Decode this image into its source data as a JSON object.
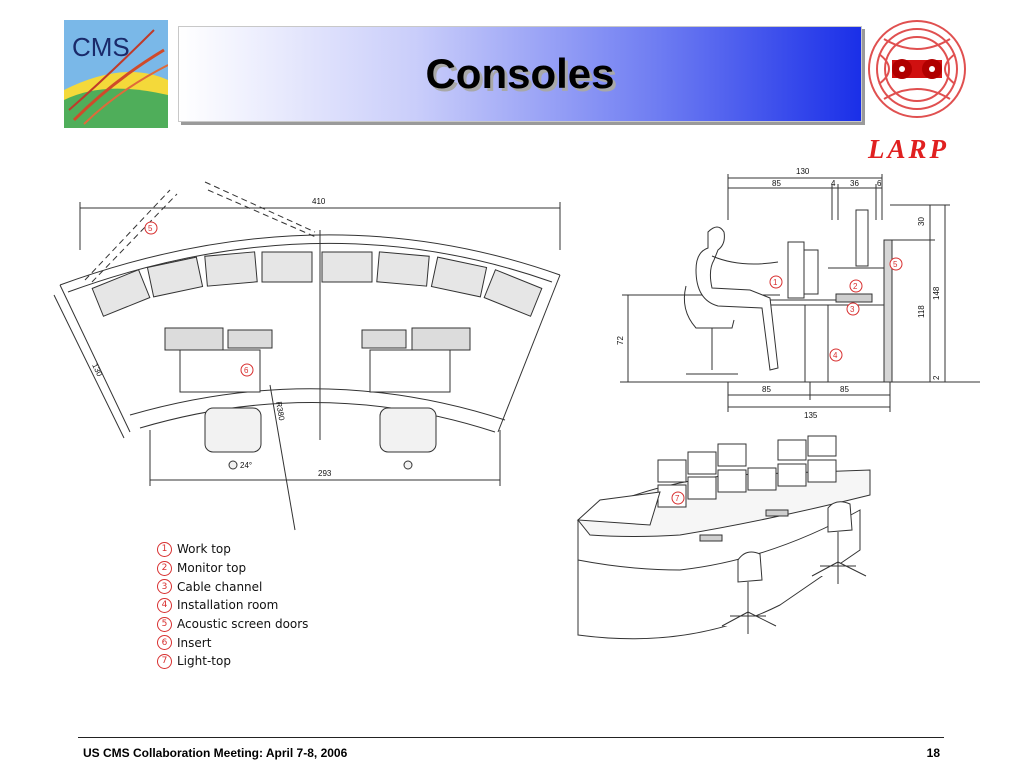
{
  "header": {
    "title": "Consoles",
    "cms_logo_text": "CMS",
    "larp_logo_text": "LARP"
  },
  "plan_view": {
    "dim_width": "410",
    "dim_side": "130",
    "dim_radius": "R380",
    "dim_angle": "24°",
    "dim_chord": "293",
    "callouts": [
      "5",
      "6"
    ]
  },
  "side_view": {
    "dim_total": "130",
    "dim_a": "85",
    "dim_b": "4",
    "dim_c": "36",
    "dim_d": "6",
    "dim_height_top": "30",
    "dim_height_mid": "118",
    "dim_height_total": "148",
    "dim_height_bottom": "2",
    "dim_seat": "72",
    "dim_bottom_a": "85",
    "dim_bottom_b": "85",
    "dim_bottom_total": "135",
    "callouts": [
      "1",
      "2",
      "3",
      "4",
      "5"
    ]
  },
  "iso_view": {
    "callout": "7"
  },
  "legend": [
    {
      "num": "1",
      "label": "Work top"
    },
    {
      "num": "2",
      "label": "Monitor top"
    },
    {
      "num": "3",
      "label": "Cable channel"
    },
    {
      "num": "4",
      "label": "Installation room"
    },
    {
      "num": "5",
      "label": "Acoustic screen doors"
    },
    {
      "num": "6",
      "label": "Insert"
    },
    {
      "num": "7",
      "label": "Light-top"
    }
  ],
  "footer": {
    "text": "US CMS Collaboration Meeting: April 7-8, 2006",
    "page_number": "18"
  },
  "colors": {
    "title_gradient_end": "#1a2fe8",
    "larp_red": "#e02020",
    "callout_red": "#d83030"
  }
}
